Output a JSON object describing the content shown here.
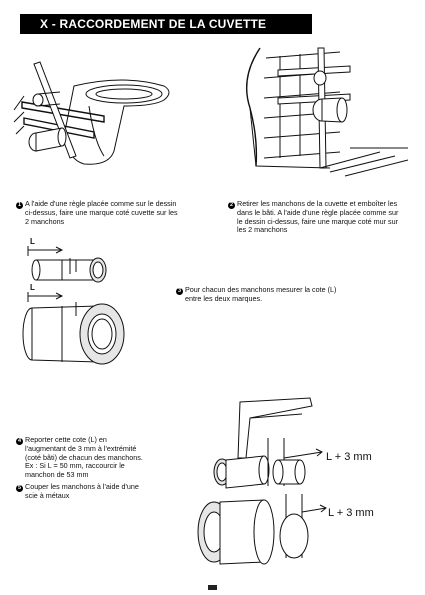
{
  "page": {
    "title": "X - RACCORDEMENT DE LA CUVETTE"
  },
  "steps": [
    {
      "number": "1",
      "lines": [
        "A l'aide d'une règle placée comme sur le dessin",
        "ci-dessus, faire une marque coté cuvette sur les",
        "2 manchons"
      ]
    },
    {
      "number": "2",
      "lines": [
        "Retirer les manchons de la cuvette et emboîter les",
        "dans le bâti. A l'aide d'une règle placée comme sur",
        "le dessin ci-dessus, faire une marque coté mur sur",
        "les 2 manchons"
      ]
    },
    {
      "number": "3",
      "lines": [
        "Pour chacun des manchons mesurer la cote (L)",
        "entre les deux marques."
      ]
    },
    {
      "number": "4",
      "lines": [
        "Reporter cette cote (L) en",
        "l'augmentant de 3 mm à l'extrémité",
        "(coté bâti) de chacun des manchons.",
        "Ex : Si L = 50 mm, raccourcir le",
        "manchon de 53 mm"
      ]
    },
    {
      "number": "5",
      "lines": [
        "Couper les manchons à l'aide d'une",
        "scie à métaux"
      ]
    }
  ],
  "labels": {
    "l_small_1": "L",
    "l_small_2": "L",
    "l_plus_1": "L + 3 mm",
    "l_plus_2": "L + 3 mm"
  },
  "icons": [
    "toilet-bowl-illustration",
    "wall-frame-illustration",
    "sleeve-measure-illustration",
    "sleeve-cut-illustration"
  ]
}
